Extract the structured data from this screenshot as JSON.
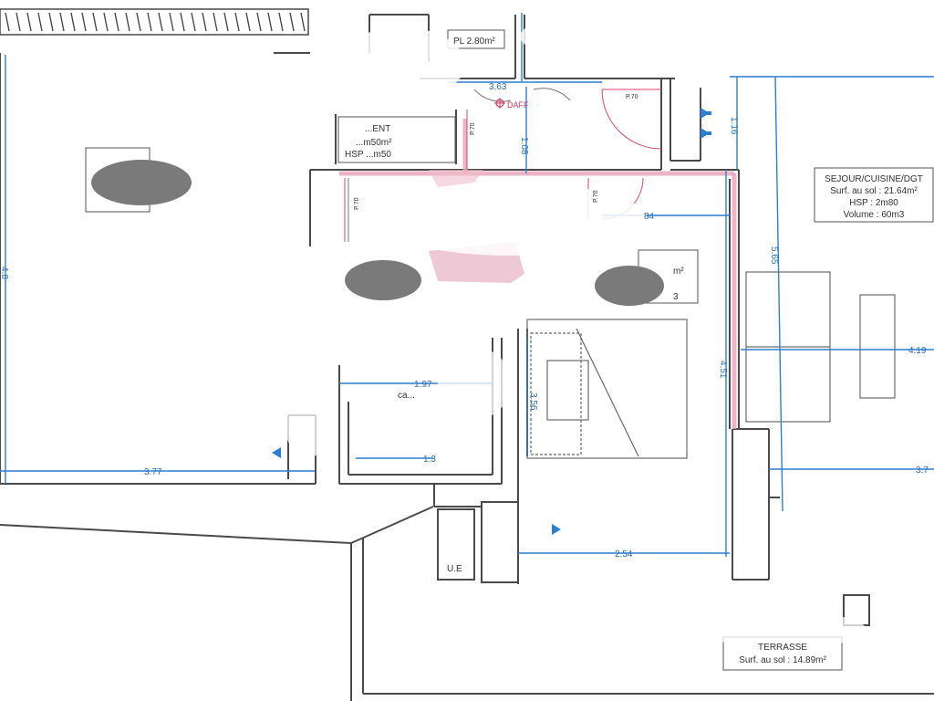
{
  "rooms": {
    "placard": "PL 2.80m²",
    "rangement_title": "...ENT",
    "rangement_surface": "...m50m²",
    "rangement_hsp": "HSP ...m50",
    "sejour_title": "SEJOUR/CUISINE/DGT",
    "sejour_surface": "Surf. au sol  : 21.64m²",
    "sejour_hsp": "HSP : 2m80",
    "sejour_volume": "Volume : 60m3",
    "terrasse_title": "TERRASSE",
    "terrasse_surface": "Surf. au sol : 14.89m²",
    "ue": "U.E",
    "chambre_partial": "ca...",
    "room2_partial_a": "m²",
    "room2_partial_b": "3"
  },
  "dimensions": {
    "d_3_63": "3.63",
    "d_1_08": "1.08",
    "d_1_16": "1.16",
    "d_84": "84",
    "d_5_65": "5.65",
    "d_4_19": "4.19",
    "d_4_51": "4.51",
    "d_1_97": "1.97",
    "d_3_56": "3.56",
    "d_1_3": "1.3",
    "d_3_77_left": "3.77",
    "d_3_7_right": "3.7",
    "d_2_54": "2.54",
    "d_4_8": "4.8"
  },
  "annotations": {
    "daff": "DAFF",
    "p70_a": "P.70",
    "p70_b": "P.70",
    "p70_c": "P.70",
    "p70_d": "P.70"
  },
  "colors": {
    "wall": "#4a4a4a",
    "dimension": "#2f7fd0",
    "smoke_detector": "#d43b5a",
    "highlight": "#e8a0b8"
  }
}
